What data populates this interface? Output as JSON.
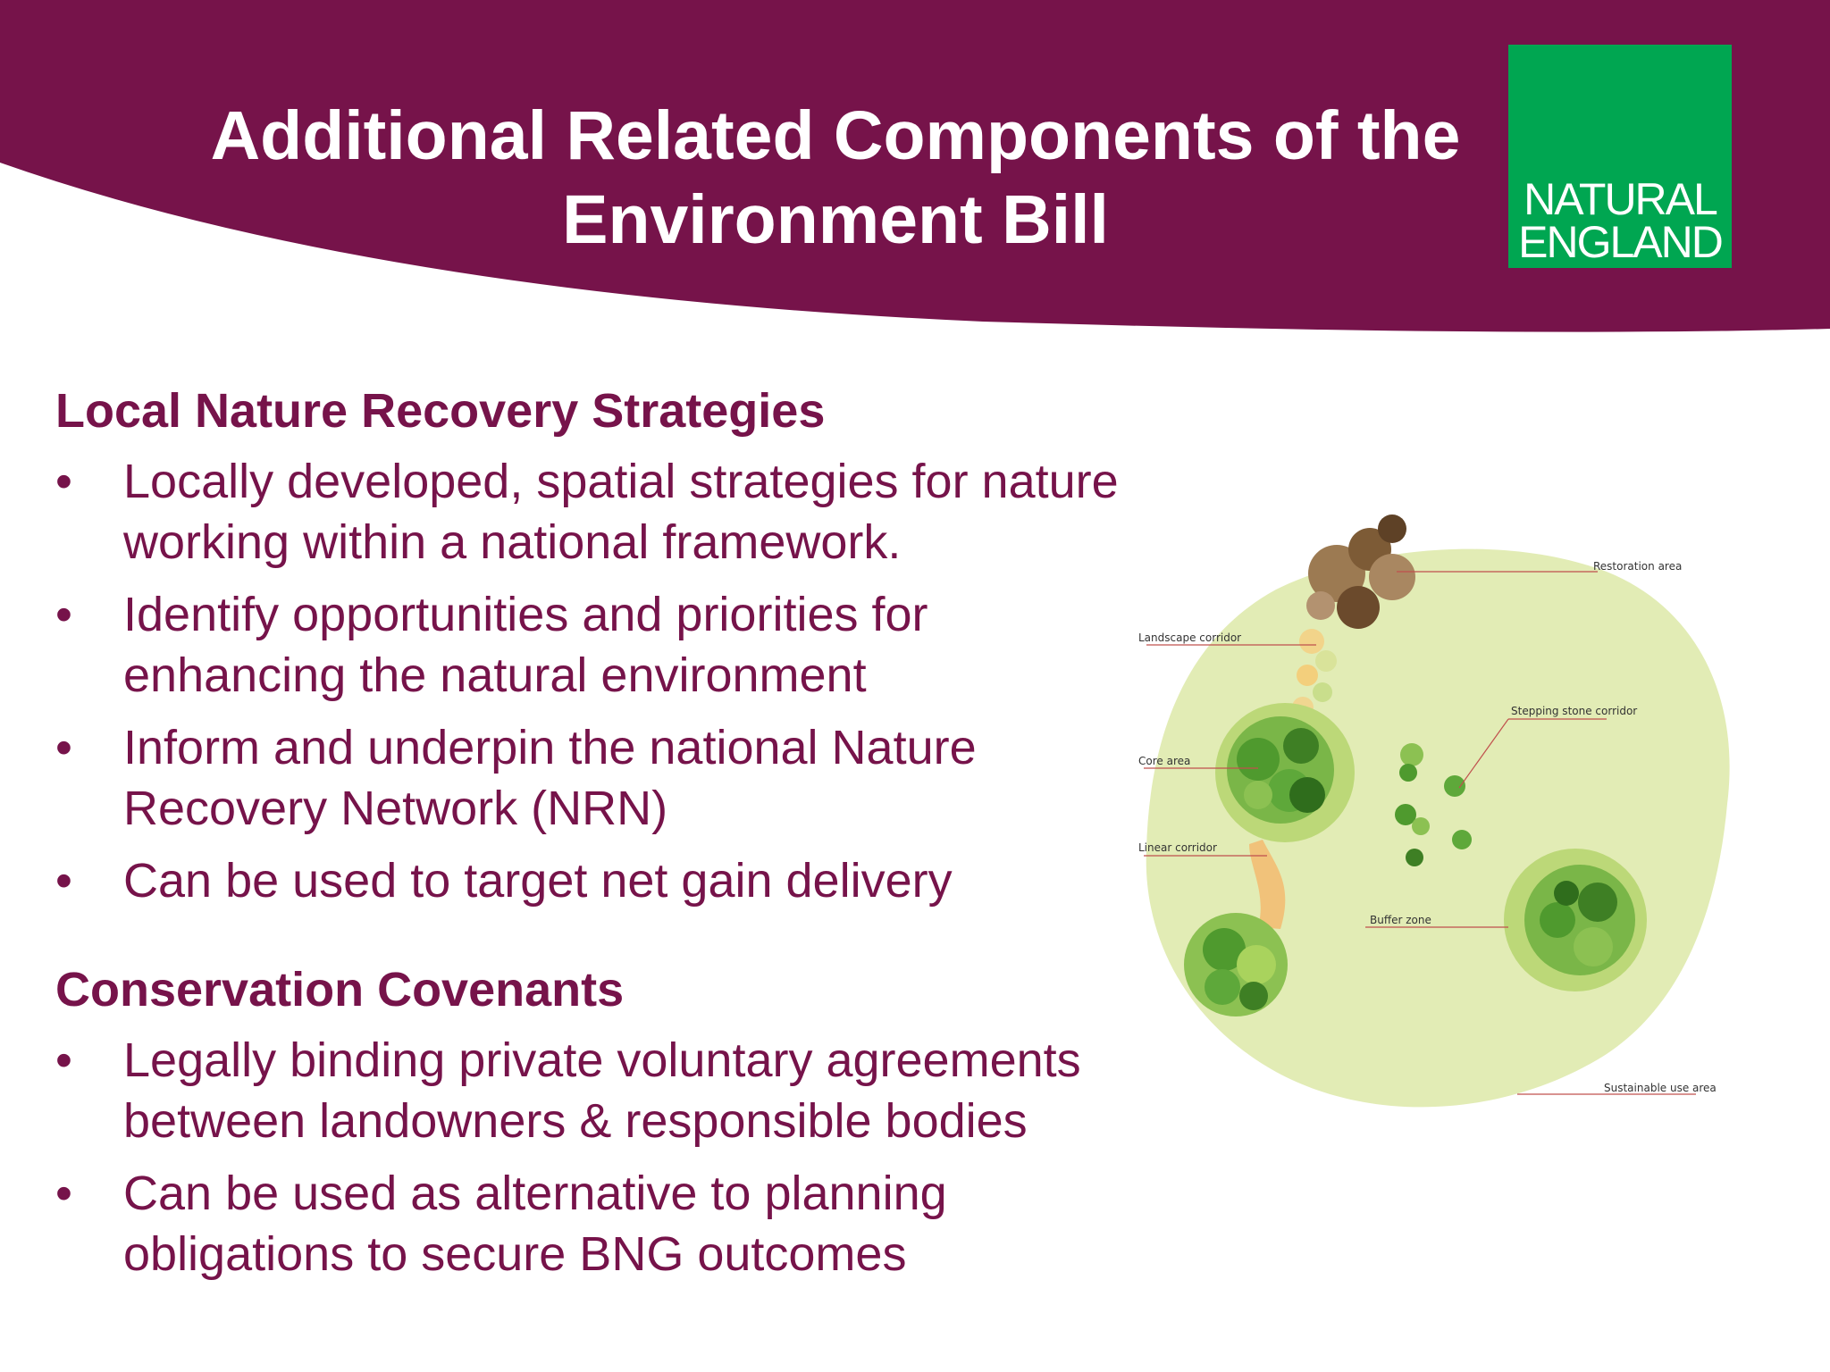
{
  "slide": {
    "title_line1": "Additional Related Components of the",
    "title_line2": "Environment Bill"
  },
  "logo": {
    "line1": "NATURAL",
    "line2": "ENGLAND"
  },
  "colors": {
    "header": "#76134a",
    "text": "#76134a",
    "logo_green": "#00a651",
    "map_base": "#e2ecb5",
    "map_green": "#4f9a2e",
    "map_brown": "#8a6a43",
    "map_orange": "#f1c27a"
  },
  "sections": [
    {
      "heading": "Local Nature Recovery Strategies",
      "bullets": [
        "Locally developed, spatial strategies for nature working within a national framework.",
        "Identify opportunities and priorities for enhancing the natural environment",
        "Inform and underpin the national Nature Recovery Network (NRN)",
        "Can be used to target net gain delivery"
      ]
    },
    {
      "heading": "Conservation Covenants",
      "bullets": [
        "Legally binding private voluntary agreements between landowners & responsible bodies",
        "Can be used as alternative to planning obligations to secure BNG outcomes"
      ]
    }
  ],
  "bullet_symbol": "•",
  "diagram_labels": {
    "restoration": "Restoration area",
    "landscape_corridor": "Landscape corridor",
    "stepping_stone": "Stepping stone corridor",
    "core": "Core area",
    "linear": "Linear corridor",
    "buffer": "Buffer zone",
    "sustainable": "Sustainable use area"
  }
}
